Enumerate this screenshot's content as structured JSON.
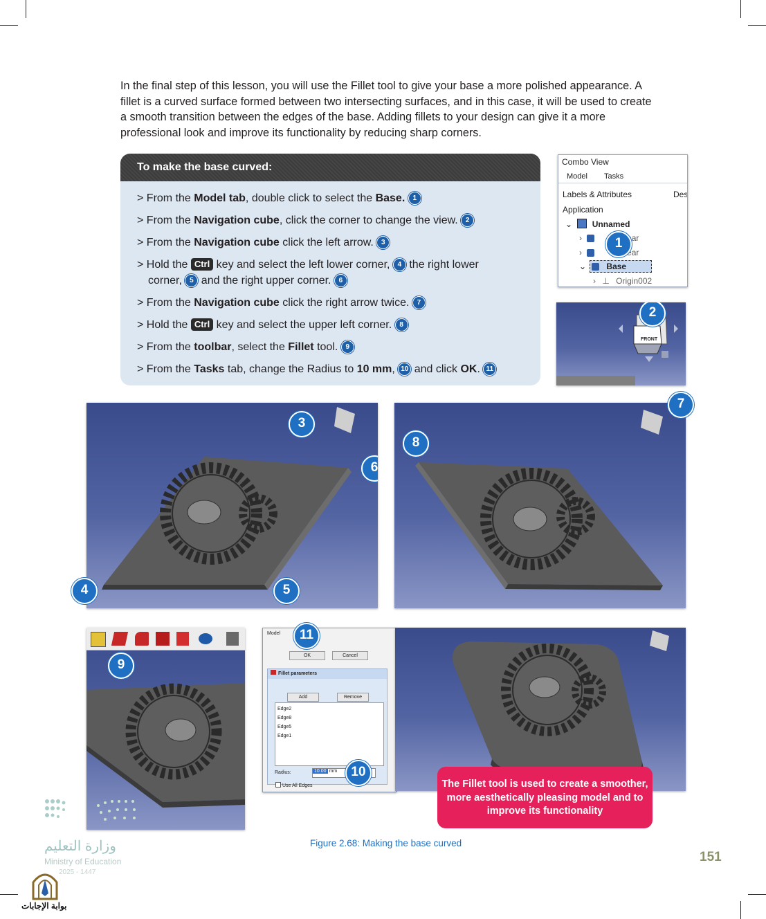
{
  "intro": "In the final step of this lesson, you will use the Fillet tool to give your base a more polished appearance. A fillet is a curved surface formed between two intersecting surfaces, and in this case, it will be used to create a smooth transition between the edges of the base. Adding fillets to your design can give it a more professional look and improve its functionality by reducing sharp corners.",
  "box_title": "To make the base curved:",
  "steps": {
    "s1": {
      "a": "> From the ",
      "b1": "Model tab",
      "c": ", double click to select the ",
      "b2": "Base.",
      "n": "1"
    },
    "s2": {
      "a": "> From the ",
      "b1": "Navigation cube",
      "c": ", click the corner to change the view.",
      "n": "2"
    },
    "s3": {
      "a": "> From the ",
      "b1": "Navigation cube",
      "c": " click the left arrow.",
      "n": "3"
    },
    "s4": {
      "a": "> Hold the ",
      "key": "Ctrl",
      "c": " key and select the left lower corner, ",
      "n1": "4",
      "d": " the right lower",
      "e": "corner, ",
      "n2": "5",
      "f": " and the right upper corner. ",
      "n3": "6"
    },
    "s5": {
      "a": "> From the ",
      "b1": "Navigation cube",
      "c": " click the right arrow twice. ",
      "n": "7"
    },
    "s6": {
      "a": "> Hold the ",
      "key": "Ctrl",
      "c": " key and select the upper left corner. ",
      "n": "8"
    },
    "s7": {
      "a": "> From the ",
      "b1": "toolbar",
      "c": ", select the ",
      "b2": "Fillet",
      "d": " tool. ",
      "n": "9"
    },
    "s8": {
      "a": "> From the ",
      "b1": "Tasks",
      "c": " tab, change the Radius to ",
      "b2": "10 mm",
      "d": ", ",
      "n1": "10",
      "e": " and click ",
      "b3": "OK",
      "f": ". ",
      "n2": "11"
    }
  },
  "combo": {
    "title": "Combo View",
    "tab_model": "Model",
    "tab_tasks": "Tasks",
    "col_labels": "Labels & Attributes",
    "col_desc": "Des",
    "application": "Application",
    "unnamed": "Unnamed",
    "gear1": "Gear",
    "gear2": "Gear",
    "base": "Base",
    "origin": "Origin002"
  },
  "nav_face": "FRONT",
  "badges": [
    "1",
    "2",
    "3",
    "4",
    "5",
    "6",
    "7",
    "8",
    "9",
    "10",
    "11"
  ],
  "fillet_panel": {
    "tab": "Model",
    "ok": "OK",
    "cancel": "Cancel",
    "header": "Fillet parameters",
    "add": "Add",
    "remove": "Remove",
    "edges": [
      "Edge2",
      "Edge8",
      "Edge5",
      "Edge1"
    ],
    "radius_label": "Radius:",
    "radius_value": "10.00",
    "radius_unit": "mm",
    "use_all": "Use All Edges"
  },
  "callout": "The Fillet tool is used to create a smoother, more aesthetically pleasing model and to improve its functionality",
  "caption": "Figure 2.68: Making the base curved",
  "page_number": "151",
  "ministry": {
    "arabic": "وزارة التعليم",
    "english": "Ministry of Education",
    "years": "2025 - 1447"
  },
  "gate_label": "بوابة الإجابات",
  "colors": {
    "badge_blue": "#1f6fc2",
    "callout_pink": "#e6205a",
    "step_box": "#dde7f2",
    "viewport_top": "#3a4b8c",
    "plate_grey": "#5b5b5b"
  }
}
